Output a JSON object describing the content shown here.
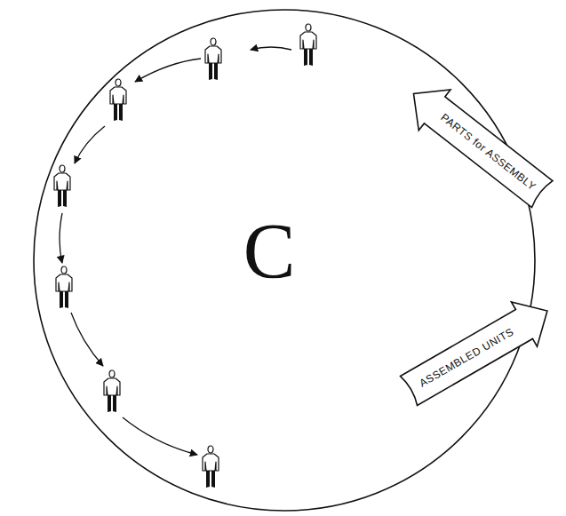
{
  "diagram": {
    "nodes": [
      {
        "text": [
          "C"
        ]
      },
      {
        "text": [
          "PARTS for ASSEMBLY"
        ]
      },
      {
        "text": [
          "ASSEMBLED UNITS"
        ]
      }
    ]
  }
}
